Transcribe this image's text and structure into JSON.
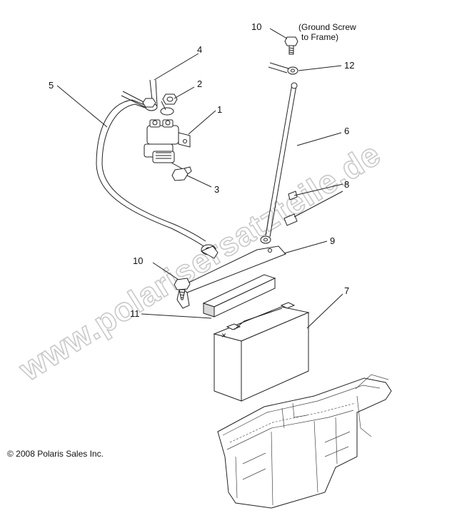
{
  "callouts": {
    "c1": "1",
    "c2": "2",
    "c3": "3",
    "c4": "4",
    "c5": "5",
    "c6": "6",
    "c7": "7",
    "c8": "8",
    "c9": "9",
    "c10_top": "10",
    "c10_mid": "10",
    "c11": "11",
    "c12": "12"
  },
  "note": {
    "line1": "(Ground Screw",
    "line2": "to Frame)"
  },
  "copyright": "© 2008 Polaris Sales Inc.",
  "watermark": "www.polarisersatzteile.de"
}
